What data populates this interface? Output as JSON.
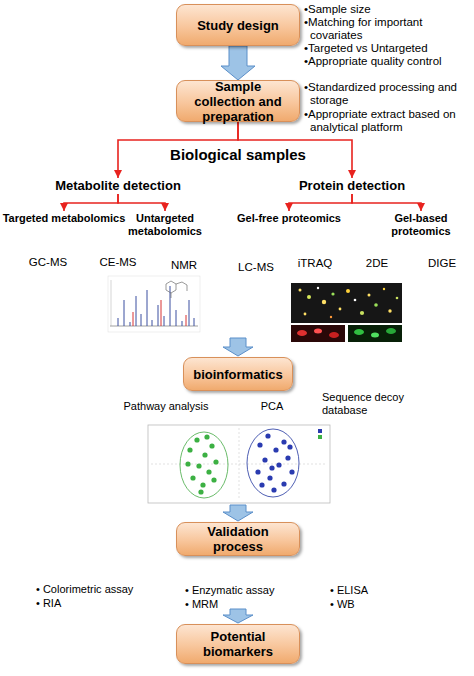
{
  "diagram": {
    "nodes": [
      {
        "text": [
          "Study design"
        ]
      },
      {
        "text": [
          "Sample collection and preparation"
        ]
      },
      {
        "text": [
          "Metabolite detection"
        ]
      },
      {
        "text": [
          "Protein detection"
        ]
      },
      {
        "text": [
          "Targeted metabolomics"
        ]
      },
      {
        "text": [
          "Untargeted metabolomics"
        ]
      },
      {
        "text": [
          "Gel-free proteomics"
        ]
      },
      {
        "text": [
          "Gel-based proteomics"
        ]
      },
      {
        "text": [
          "bioinformatics"
        ]
      },
      {
        "text": [
          "Validation process"
        ]
      },
      {
        "text": [
          "Potential biomarkers"
        ]
      }
    ],
    "edges": [
      {
        "from": 0,
        "to": 1,
        "arrow": "to"
      },
      {
        "from": 1,
        "to": 2,
        "arrow": "to"
      },
      {
        "from": 1,
        "to": 3,
        "arrow": "to"
      },
      {
        "from": 2,
        "to": 4,
        "arrow": "to"
      },
      {
        "from": 2,
        "to": 5,
        "arrow": "to"
      },
      {
        "from": 3,
        "to": 6,
        "arrow": "to"
      },
      {
        "from": 3,
        "to": 7,
        "arrow": "to"
      }
    ],
    "labels": [
      "•Sample size",
      "•Matching for important covariates",
      "•Targeted vs Untargeted",
      "•Appropriate quality control",
      "•Standardized processing and storage",
      "•Appropriate extract based on analytical platform",
      "Biological samples",
      "GC-MS",
      "CE-MS",
      "NMR",
      "LC-MS",
      "iTRAQ",
      "2DE",
      "DIGE",
      "Pathway analysis",
      "PCA",
      "Sequence decoy database",
      "• Colorimetric assay",
      "• RIA",
      "• Enzymatic assay",
      "• MRM",
      "• ELISA",
      "• WB"
    ]
  }
}
